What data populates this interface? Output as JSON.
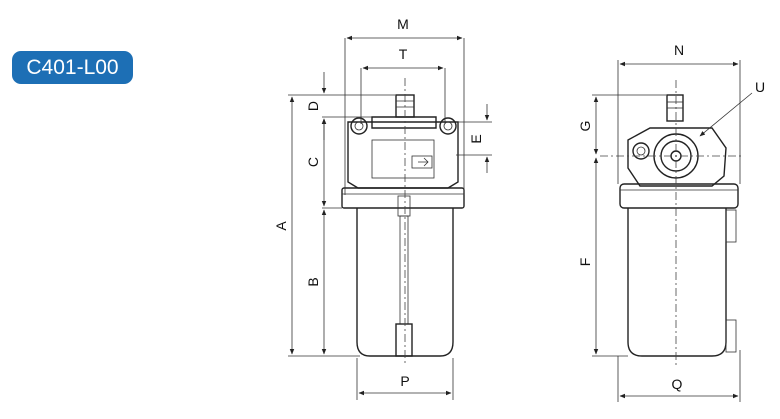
{
  "model_label": "C401-L00",
  "colors": {
    "badge": "#1d6fb5",
    "line": "#222222"
  },
  "front_view": {
    "dimensions": {
      "M": "M",
      "T": "T",
      "D": "D",
      "E": "E",
      "C": "C",
      "A": "A",
      "B": "B",
      "P": "P"
    }
  },
  "side_view": {
    "dimensions": {
      "N": "N",
      "U": "U",
      "G": "G",
      "F": "F",
      "Q": "Q"
    }
  }
}
